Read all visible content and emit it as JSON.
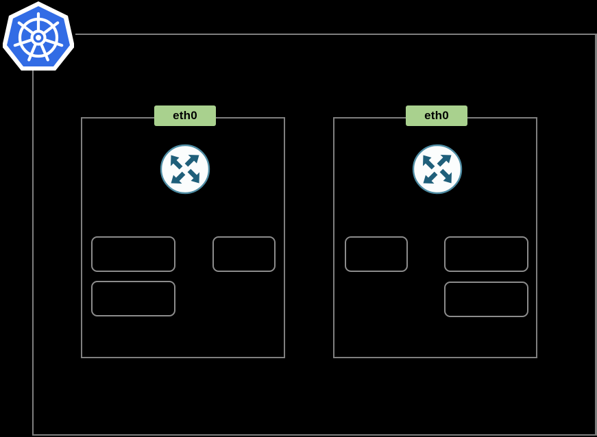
{
  "diagram": {
    "type": "kubernetes-cluster-network-topology",
    "background_color": "#000000",
    "line_color": "#7f7f7f",
    "pod_border_color": "#8c8c8c",
    "badge_color": "#a9d18e",
    "logo": {
      "name": "kubernetes-logo",
      "alt_text": "Kubernetes",
      "fill_color": "#326ce5",
      "glyph_color": "#ffffff"
    },
    "nodes": [
      {
        "id": "node-1",
        "interface": {
          "label": "eth0",
          "name": "eth0-badge"
        },
        "router": {
          "name": "router-icon",
          "circle_color": "#ffffff",
          "arrow_color": "#1f5f7a"
        },
        "pods": [
          {
            "id": "pod-1-1",
            "size": "wide",
            "label": ""
          },
          {
            "id": "pod-1-2",
            "size": "narrow",
            "label": ""
          },
          {
            "id": "pod-1-3",
            "size": "wide",
            "label": ""
          }
        ]
      },
      {
        "id": "node-2",
        "interface": {
          "label": "eth0",
          "name": "eth0-badge"
        },
        "router": {
          "name": "router-icon",
          "circle_color": "#ffffff",
          "arrow_color": "#1f5f7a"
        },
        "pods": [
          {
            "id": "pod-2-1",
            "size": "narrow",
            "label": ""
          },
          {
            "id": "pod-2-2",
            "size": "wide",
            "label": ""
          },
          {
            "id": "pod-2-3",
            "size": "wide",
            "label": ""
          }
        ]
      }
    ],
    "connectors": [
      {
        "name": "top-bus-line",
        "orientation": "horizontal"
      },
      {
        "name": "right-bus-line",
        "orientation": "vertical"
      },
      {
        "name": "left-bus-line",
        "orientation": "vertical"
      },
      {
        "name": "bottom-bus-line",
        "orientation": "horizontal"
      }
    ]
  }
}
